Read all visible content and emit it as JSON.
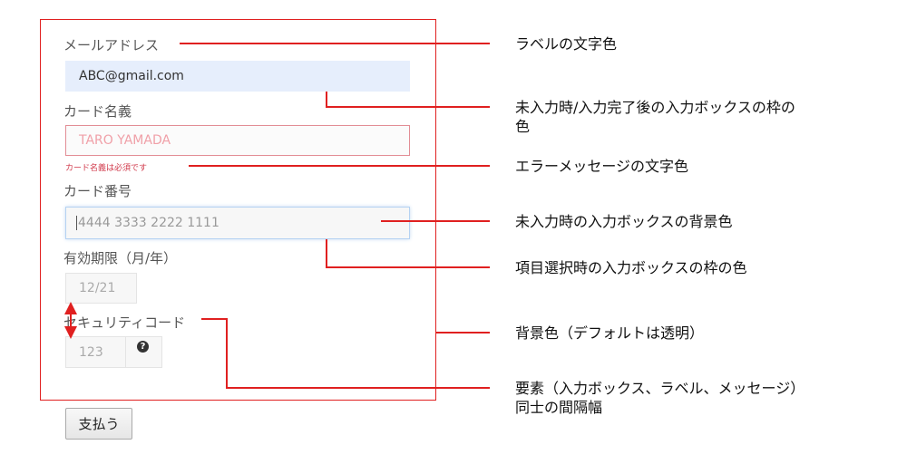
{
  "form": {
    "email_label": "メールアドレス",
    "email_value": "ABC@gmail.com",
    "name_label": "カード名義",
    "name_placeholder": "TARO YAMADA",
    "name_error": "カード名義は必須です",
    "card_label": "カード番号",
    "card_placeholder": "4444 3333 2222 1111",
    "expiry_label": "有効期限（月/年）",
    "expiry_placeholder": "12/21",
    "cvc_label": "セキュリティコード",
    "cvc_placeholder": "123",
    "help_icon": "?",
    "pay_button": "支払う"
  },
  "annotations": {
    "label_color": "ラベルの文字色",
    "border_color_line1": "未入力時/入力完了後の入力ボックスの枠の",
    "border_color_line2": "色",
    "error_color": "エラーメッセージの文字色",
    "empty_bg": "未入力時の入力ボックスの背景色",
    "focus_border": "項目選択時の入力ボックスの枠の色",
    "background": "背景色（デフォルトは透明）",
    "spacing_line1": "要素（入力ボックス、ラベル、メッセージ）",
    "spacing_line2": "同士の間隔幅"
  },
  "colors": {
    "annotation_line": "#e02020",
    "autofill_bg": "#e6eefc",
    "error_text": "#d0384a",
    "error_border": "#e28d95",
    "focus_border": "#b5d2f2"
  }
}
